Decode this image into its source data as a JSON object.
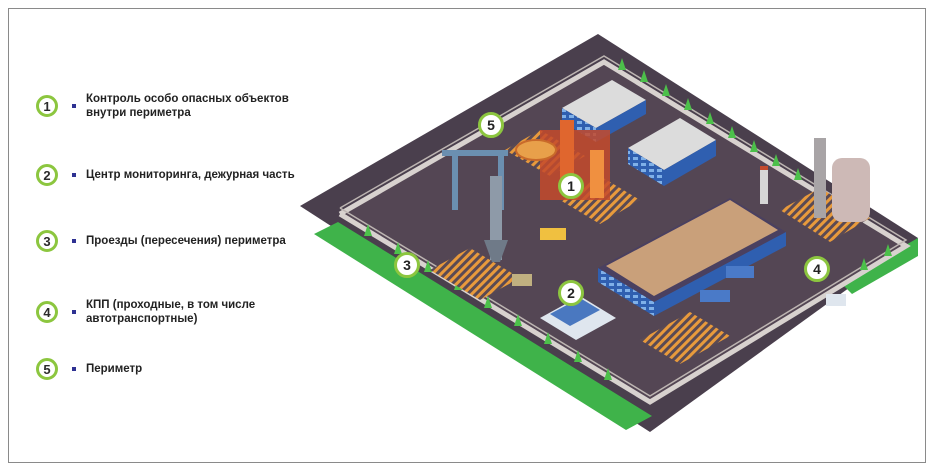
{
  "legend": {
    "items": [
      {
        "num": "1",
        "text": "Контроль особо опасных объектов внутри периметра"
      },
      {
        "num": "2",
        "text": "Центр мониторинга, дежурная часть"
      },
      {
        "num": "3",
        "text": "Проезды (пересечения) периметра"
      },
      {
        "num": "4",
        "text": "КПП (проходные, в том числе автотранспортные)"
      },
      {
        "num": "5",
        "text": "Периметр"
      }
    ]
  },
  "markers": [
    {
      "num": "5"
    },
    {
      "num": "1"
    },
    {
      "num": "3"
    },
    {
      "num": "2"
    },
    {
      "num": "4"
    }
  ],
  "colors": {
    "badge_ring": "#8cc63f",
    "bullet": "#2e3192",
    "asphalt": "#4a3f4d",
    "grass": "#3fb34a",
    "building_blue": "#2f5fb0",
    "hatch_orange": "#e89a3c"
  }
}
